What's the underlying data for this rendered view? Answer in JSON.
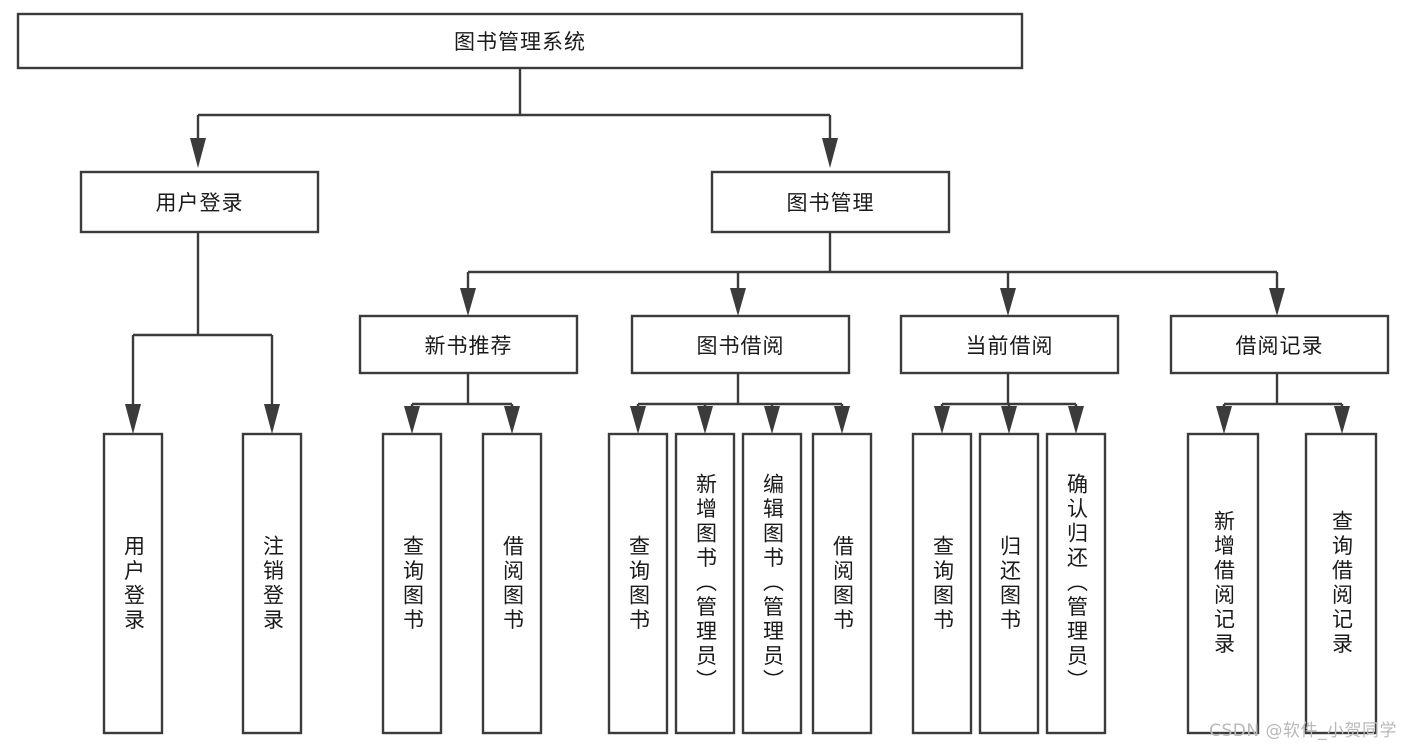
{
  "diagram": {
    "type": "tree-flowchart",
    "title_node": "图书管理系统",
    "background_color": "#ffffff",
    "line_color": "#3b3b3b",
    "text_color": "#1a1a1a",
    "nodes": {
      "root": {
        "label": "图书管理系统",
        "orientation": "horizontal"
      },
      "l1_user_login": {
        "label": "用户登录",
        "orientation": "horizontal"
      },
      "l1_book_manage": {
        "label": "图书管理",
        "orientation": "horizontal"
      },
      "l2_new_book_rec": {
        "label": "新书推荐",
        "orientation": "horizontal"
      },
      "l2_book_borrow": {
        "label": "图书借阅",
        "orientation": "horizontal"
      },
      "l2_current_borrow": {
        "label": "当前借阅",
        "orientation": "horizontal"
      },
      "l2_borrow_record": {
        "label": "借阅记录",
        "orientation": "horizontal"
      },
      "leaf_user_login": {
        "label": "用户登录",
        "orientation": "vertical"
      },
      "leaf_user_logout": {
        "label": "注销登录",
        "orientation": "vertical"
      },
      "leaf_query_book_1": {
        "label": "查询图书",
        "orientation": "vertical"
      },
      "leaf_borrow_book_1": {
        "label": "借阅图书",
        "orientation": "vertical"
      },
      "leaf_query_book_2": {
        "label": "查询图书",
        "orientation": "vertical"
      },
      "leaf_add_book": {
        "label": "新增图书（管理员）",
        "orientation": "vertical"
      },
      "leaf_edit_book": {
        "label": "编辑图书（管理员）",
        "orientation": "vertical"
      },
      "leaf_borrow_book_2": {
        "label": "借阅图书",
        "orientation": "vertical"
      },
      "leaf_query_book_3": {
        "label": "查询图书",
        "orientation": "vertical"
      },
      "leaf_return_book": {
        "label": "归还图书",
        "orientation": "vertical"
      },
      "leaf_confirm_return": {
        "label": "确认归还（管理员）",
        "orientation": "vertical"
      },
      "leaf_add_record": {
        "label": "新增借阅记录",
        "orientation": "vertical"
      },
      "leaf_query_record": {
        "label": "查询借阅记录",
        "orientation": "vertical"
      }
    },
    "hierarchy": {
      "图书管理系统": [
        "用户登录",
        "图书管理"
      ],
      "用户登录": [
        "用户登录",
        "注销登录"
      ],
      "图书管理": [
        "新书推荐",
        "图书借阅",
        "当前借阅",
        "借阅记录"
      ],
      "新书推荐": [
        "查询图书",
        "借阅图书"
      ],
      "图书借阅": [
        "查询图书",
        "新增图书（管理员）",
        "编辑图书（管理员）",
        "借阅图书"
      ],
      "当前借阅": [
        "查询图书",
        "归还图书",
        "确认归还（管理员）"
      ],
      "借阅记录": [
        "新增借阅记录",
        "查询借阅记录"
      ]
    }
  },
  "watermark": {
    "text": "CSDN @软件_小贺同学"
  }
}
